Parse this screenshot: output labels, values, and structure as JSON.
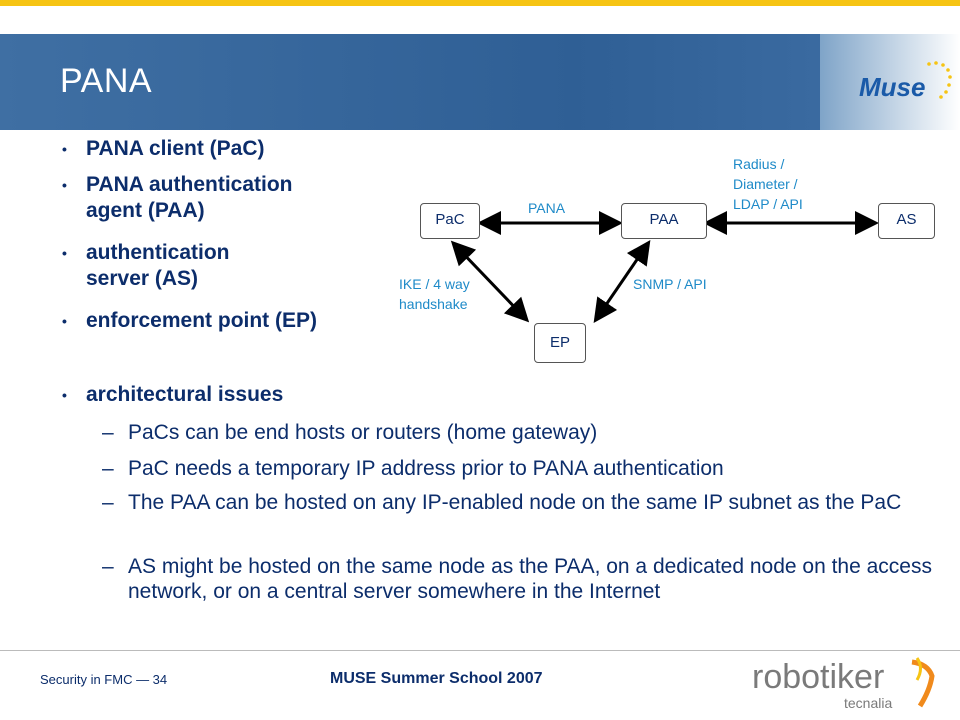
{
  "slide": {
    "title": "PANA",
    "bullets": [
      {
        "text": "PANA client (PaC)"
      },
      {
        "line1": "PANA authentication",
        "line2": "agent (PAA)"
      },
      {
        "line1": "authentication",
        "line2": "server (AS)"
      },
      {
        "text": "enforcement point (EP)"
      },
      {
        "text": "architectural issues"
      }
    ],
    "subbullets": [
      "PaCs can be end hosts or routers (home gateway)",
      "PaC needs a temporary IP address prior to PANA authentication",
      "The PAA can be hosted on any IP-enabled node on the same IP subnet as the PaC",
      "AS might be hosted on the same node as the PAA, on a dedicated node on the access network, or on a central server somewhere in the Internet"
    ],
    "dash": "–",
    "bullet_glyph": "•"
  },
  "diagram": {
    "nodes": {
      "pac": "PaC",
      "paa": "PAA",
      "as": "AS",
      "ep": "EP"
    },
    "labels": {
      "pana": "PANA",
      "radius_1": "Radius /",
      "radius_2": "Diameter /",
      "radius_3": "LDAP / API",
      "ike_1": "IKE / 4 way",
      "ike_2": "handshake",
      "snmp": "SNMP / API"
    },
    "edge_color": "#000000",
    "label_color": "#1e8ac8"
  },
  "footer": {
    "left": "Security in FMC — 34",
    "middle": "MUSE Summer School 2007",
    "logo_muse": "Muse",
    "logo_robotiker": "robotiker",
    "logo_tecnalia": "tecnalia"
  },
  "colors": {
    "title_bar": "#2f5f95",
    "text": "#0c2d6b",
    "accent_yellow": "#f6c414",
    "robotiker_orange": "#f08a1c"
  }
}
